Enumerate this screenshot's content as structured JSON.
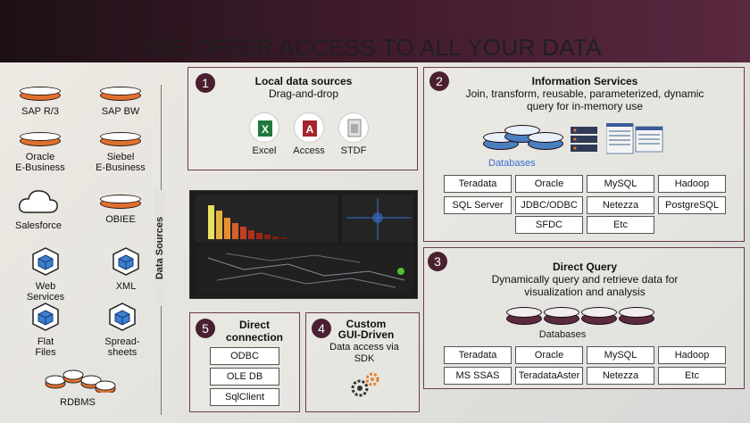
{
  "title": "WE OFFER  ACCESS TO ALL YOUR DATA",
  "data_sources_label": "Data Sources",
  "sources": [
    {
      "label": "SAP R/3",
      "icon": "database-icon"
    },
    {
      "label": "SAP BW",
      "icon": "database-icon"
    },
    {
      "label": "Oracle\nE-Business",
      "icon": "database-icon"
    },
    {
      "label": "Siebel\nE-Business",
      "icon": "database-icon"
    },
    {
      "label": "Salesforce",
      "icon": "cloud-icon"
    },
    {
      "label": "OBIEE",
      "icon": "database-icon"
    },
    {
      "label": "Web\nServices",
      "icon": "cube-icon"
    },
    {
      "label": "XML",
      "icon": "cube-icon"
    },
    {
      "label": "Flat\nFiles",
      "icon": "cube-icon"
    },
    {
      "label": "Spread-\nsheets",
      "icon": "cube-icon"
    },
    {
      "label": "RDBMS",
      "icon": "database-stack-icon"
    }
  ],
  "panel1": {
    "number": "1",
    "title": "Local data sources",
    "subtitle": "Drag-and-drop",
    "items": [
      "Excel",
      "Access",
      "STDF"
    ]
  },
  "panel2": {
    "number": "2",
    "title": "Information Services",
    "subtitle": "Join, transform, reusable, parameterized, dynamic query for in-memory use",
    "db_label": "Databases",
    "chips": [
      "Teradata",
      "Oracle",
      "MySQL",
      "Hadoop",
      "SQL Server",
      "JDBC/ODBC",
      "Netezza",
      "PostgreSQL",
      "SFDC",
      "Etc"
    ]
  },
  "panel3": {
    "number": "3",
    "title": "Direct Query",
    "subtitle": "Dynamically query and retrieve data for visualization and analysis",
    "db_label": "Databases",
    "chips": [
      "Teradata",
      "Oracle",
      "MySQL",
      "Hadoop",
      "MS SSAS",
      "TeradataAster",
      "Netezza",
      "Etc"
    ]
  },
  "panel4": {
    "number": "4",
    "title": "Custom GUI-Driven",
    "subtitle": "Data access via SDK",
    "icon": "gears-icon"
  },
  "panel5": {
    "number": "5",
    "title": "Direct connection",
    "chips": [
      "ODBC",
      "OLE DB",
      "SqlClient"
    ]
  },
  "colors": {
    "accent": "#4a2030",
    "border": "#6b3a4c",
    "source_disk": "#e07030",
    "db_disk": "#5b2a40",
    "info_disk": "#4a7fc0"
  }
}
